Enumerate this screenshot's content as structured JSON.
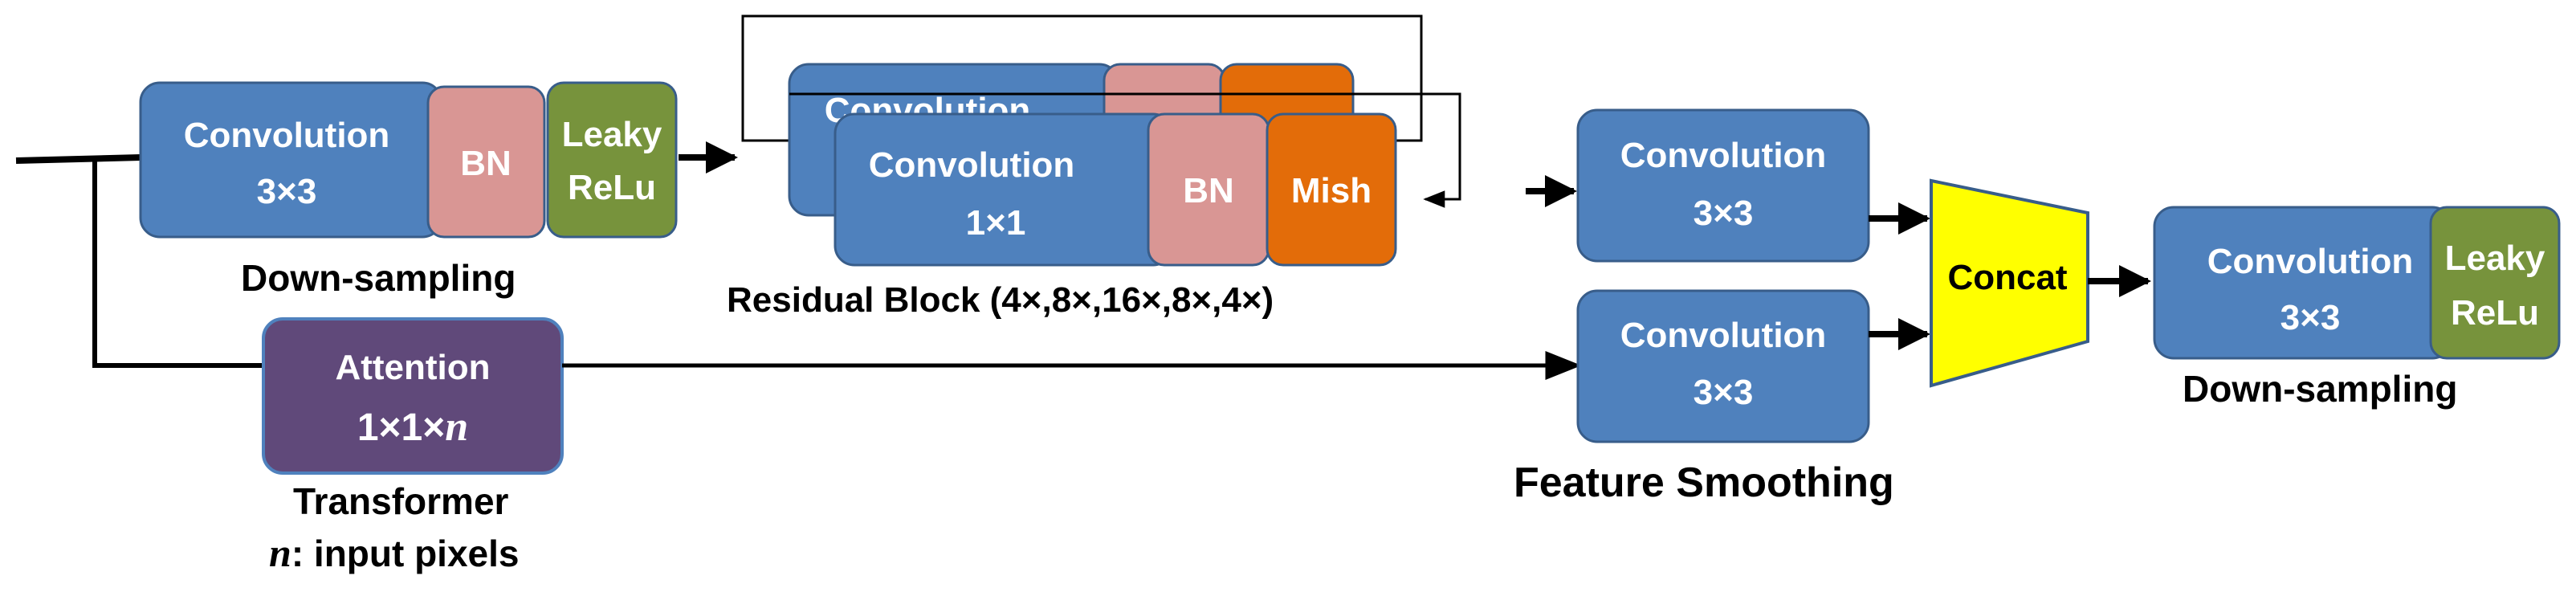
{
  "colors": {
    "conv_fill": "#4f81bd",
    "conv_stroke": "#385d8a",
    "bn_fill": "#d99694",
    "leaky_fill": "#77933c",
    "mish_fill": "#e36c09",
    "attention_fill": "#60497a",
    "concat_fill": "#ffff00",
    "line": "#000000"
  },
  "downsample1": {
    "conv_line1": "Convolution",
    "conv_line2": "3×3",
    "bn": "BN",
    "act_line1": "Leaky",
    "act_line2": "ReLu",
    "caption": "Down-sampling"
  },
  "residual": {
    "back_conv": "Convolution",
    "conv_line1": "Convolution",
    "conv_line2": "1×1",
    "bn": "BN",
    "act": "Mish",
    "caption": "Residual Block  (4×,8×,16×,8×,4×)"
  },
  "attention": {
    "line1": "Attention",
    "line2_prefix": "1×1×",
    "line2_var": "n",
    "caption1": "Transformer",
    "caption2_var": "n",
    "caption2_rest": ": input pixels"
  },
  "smoothing": {
    "conv_top_line1": "Convolution",
    "conv_top_line2": "3×3",
    "conv_bottom_line1": "Convolution",
    "conv_bottom_line2": "3×3",
    "caption": "Feature Smoothing"
  },
  "concat": {
    "label": "Concat"
  },
  "downsample2": {
    "conv_line1": "Convolution",
    "conv_line2": "3×3",
    "act_line1": "Leaky",
    "act_line2": "ReLu",
    "caption": "Down-sampling"
  }
}
